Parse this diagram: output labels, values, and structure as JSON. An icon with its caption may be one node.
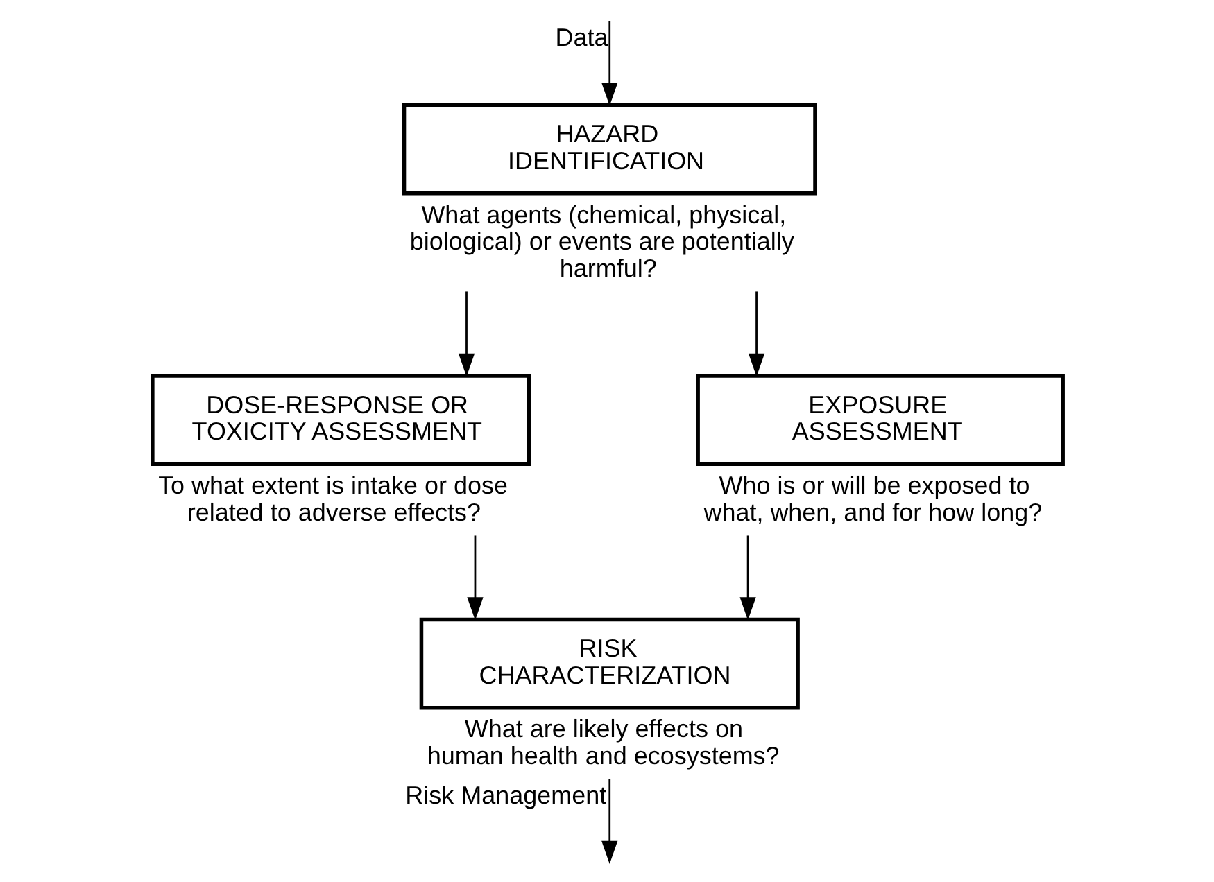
{
  "diagram": {
    "nodes": [
      {
        "text": [
          "HAZARD IDENTIFICATION"
        ],
        "beside": [
          "What agents (chemical, physical, biological) or events are potentially harmful?"
        ]
      },
      {
        "text": [
          "DOSE-RESPONSE OR TOXICITY ASSESSMENT"
        ],
        "beside": [
          "To what extent is intake or dose related to adverse effects?"
        ]
      },
      {
        "text": [
          "EXPOSURE ASSESSMENT"
        ],
        "beside": [
          "Who is or will be exposed to what, when, and for how long?"
        ]
      },
      {
        "text": [
          "RISK CHARACTERIZATION"
        ],
        "beside": [
          "What are likely effects on human health and ecosystems?"
        ]
      }
    ],
    "edges": [
      {
        "from": null,
        "to": 0,
        "arrow": "to",
        "label": "Data"
      },
      {
        "from": 0,
        "to": 1,
        "arrow": "to"
      },
      {
        "from": 0,
        "to": 2,
        "arrow": "to"
      },
      {
        "from": 1,
        "to": 3,
        "arrow": "to"
      },
      {
        "from": 2,
        "to": 3,
        "arrow": "to"
      },
      {
        "from": 3,
        "to": null,
        "arrow": "to",
        "label": "Risk Management"
      }
    ]
  }
}
